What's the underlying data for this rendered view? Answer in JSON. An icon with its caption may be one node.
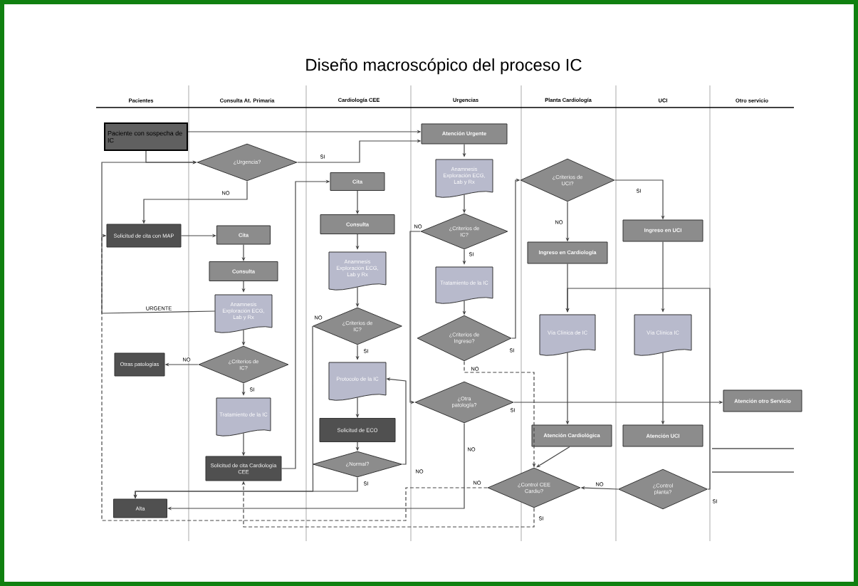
{
  "diagram": {
    "title": "Diseño macroscópico del proceso IC",
    "nodes": [
      {
        "text": [
          "Paciente con sospecha de IC"
        ]
      },
      {
        "text": [
          "¿Urgencia?"
        ]
      },
      {
        "text": [
          "Atención Urgente"
        ]
      },
      {
        "text": [
          "Anamnesis Exploración ECG, Lab y Rx"
        ]
      },
      {
        "text": [
          "¿Criterios de IC?"
        ]
      },
      {
        "text": [
          "Tratamiento de la IC"
        ]
      },
      {
        "text": [
          "¿Criterios de Ingreso?"
        ]
      },
      {
        "text": [
          "¿Otra patología?"
        ]
      },
      {
        "text": [
          "Cita"
        ]
      },
      {
        "text": [
          "Consulta"
        ]
      },
      {
        "text": [
          "Anamnesis Exploración ECG, Lab y Rx"
        ]
      },
      {
        "text": [
          "¿Criterios de IC?"
        ]
      },
      {
        "text": [
          "Protocolo de la IC"
        ]
      },
      {
        "text": [
          "Solicitud de ECO"
        ]
      },
      {
        "text": [
          "¿Normal?"
        ]
      },
      {
        "text": [
          "Solicitud de cita con MAP"
        ]
      },
      {
        "text": [
          "Cita"
        ]
      },
      {
        "text": [
          "Consulta"
        ]
      },
      {
        "text": [
          "Anamnesis Exploración ECG, Lab y Rx"
        ]
      },
      {
        "text": [
          "¿Criterios de IC?"
        ]
      },
      {
        "text": [
          "Otras patologías"
        ]
      },
      {
        "text": [
          "Tratamiento de la IC"
        ]
      },
      {
        "text": [
          "Solicitud de cita Cardiología CEE"
        ]
      },
      {
        "text": [
          "Alta"
        ]
      },
      {
        "text": [
          "¿Criterios de UCI?"
        ]
      },
      {
        "text": [
          "Ingreso en Cardiología"
        ]
      },
      {
        "text": [
          "Vía Clínica de IC"
        ]
      },
      {
        "text": [
          "Atención Cardiológica"
        ]
      },
      {
        "text": [
          "¿Control CEE Cardio?"
        ]
      },
      {
        "text": [
          "Ingreso en UCI"
        ]
      },
      {
        "text": [
          "Vía Clínica IC"
        ]
      },
      {
        "text": [
          "Atención UCI"
        ]
      },
      {
        "text": [
          "¿Control planta?"
        ]
      },
      {
        "text": [
          "Atención otro Servicio"
        ]
      }
    ],
    "edges": [
      {
        "from": 0,
        "to": 2,
        "arrow": "to"
      },
      {
        "from": 0,
        "to": 1,
        "arrow": "to"
      },
      {
        "from": 1,
        "to": 2,
        "arrow": "to",
        "label": "SI"
      },
      {
        "from": 1,
        "to": 15,
        "arrow": "to",
        "label": "NO"
      },
      {
        "from": 15,
        "to": 16,
        "arrow": "to"
      },
      {
        "from": 16,
        "to": 17,
        "arrow": "to"
      },
      {
        "from": 17,
        "to": 18,
        "arrow": "to"
      },
      {
        "from": 18,
        "to": 1,
        "arrow": "to",
        "label": "URGENTE"
      },
      {
        "from": 18,
        "to": 19,
        "arrow": "to"
      },
      {
        "from": 19,
        "to": 20,
        "arrow": "to",
        "label": "NO"
      },
      {
        "from": 19,
        "to": 21,
        "arrow": "to",
        "label": "SI"
      },
      {
        "from": 21,
        "to": 22,
        "arrow": "to"
      },
      {
        "from": 22,
        "to": 8,
        "arrow": "to"
      },
      {
        "from": 8,
        "to": 9,
        "arrow": "to"
      },
      {
        "from": 9,
        "to": 10,
        "arrow": "to"
      },
      {
        "from": 10,
        "to": 11,
        "arrow": "to"
      },
      {
        "from": 11,
        "to": 12,
        "arrow": "to",
        "label": "SI"
      },
      {
        "from": 11,
        "to": 23,
        "arrow": "to",
        "label": "NO"
      },
      {
        "from": 12,
        "to": 13,
        "arrow": "to"
      },
      {
        "from": 13,
        "to": 14,
        "arrow": "to"
      },
      {
        "from": 14,
        "to": 23,
        "arrow": "to",
        "label": "SI"
      },
      {
        "from": 14,
        "to": 12,
        "arrow": "to",
        "label": "NO"
      },
      {
        "from": 2,
        "to": 3,
        "arrow": "to"
      },
      {
        "from": 3,
        "to": 4,
        "arrow": "to"
      },
      {
        "from": 4,
        "to": 5,
        "arrow": "to",
        "label": "SI"
      },
      {
        "from": 5,
        "to": 6,
        "arrow": "to"
      },
      {
        "from": 4,
        "to": 7,
        "arrow": "to",
        "label": "NO"
      },
      {
        "from": 6,
        "to": 24,
        "arrow": "to",
        "label": "SI"
      },
      {
        "from": 6,
        "to": 28,
        "arrow": "to",
        "label": "NO",
        "style": "dashed"
      },
      {
        "from": 7,
        "to": 33,
        "arrow": "to",
        "label": "SI"
      },
      {
        "from": 7,
        "to": 23,
        "arrow": "to",
        "label": "NO"
      },
      {
        "from": 24,
        "to": 25,
        "arrow": "to",
        "label": "NO"
      },
      {
        "from": 24,
        "to": 29,
        "arrow": "to",
        "label": "SI"
      },
      {
        "from": 25,
        "to": 26,
        "arrow": "to"
      },
      {
        "from": 29,
        "to": 30,
        "arrow": "to"
      },
      {
        "from": 26,
        "to": 27,
        "arrow": "to"
      },
      {
        "from": 30,
        "to": 31,
        "arrow": "to"
      },
      {
        "from": 27,
        "to": 28,
        "arrow": "to"
      },
      {
        "from": 32,
        "to": 28,
        "arrow": "to",
        "label": "NO"
      },
      {
        "from": 32,
        "to": 26,
        "arrow": "to",
        "label": "SI"
      },
      {
        "from": 28,
        "to": 15,
        "arrow": "to",
        "label": "NO",
        "style": "dashed"
      },
      {
        "from": 28,
        "to": 22,
        "arrow": "to",
        "label": "SI",
        "style": "dashed"
      }
    ],
    "labels": [
      "Pacientes",
      "Consulta At. Primaria",
      "Cardiología CEE",
      "Urgencias",
      "Planta Cardiología",
      "UCI",
      "Otro servicio"
    ]
  }
}
